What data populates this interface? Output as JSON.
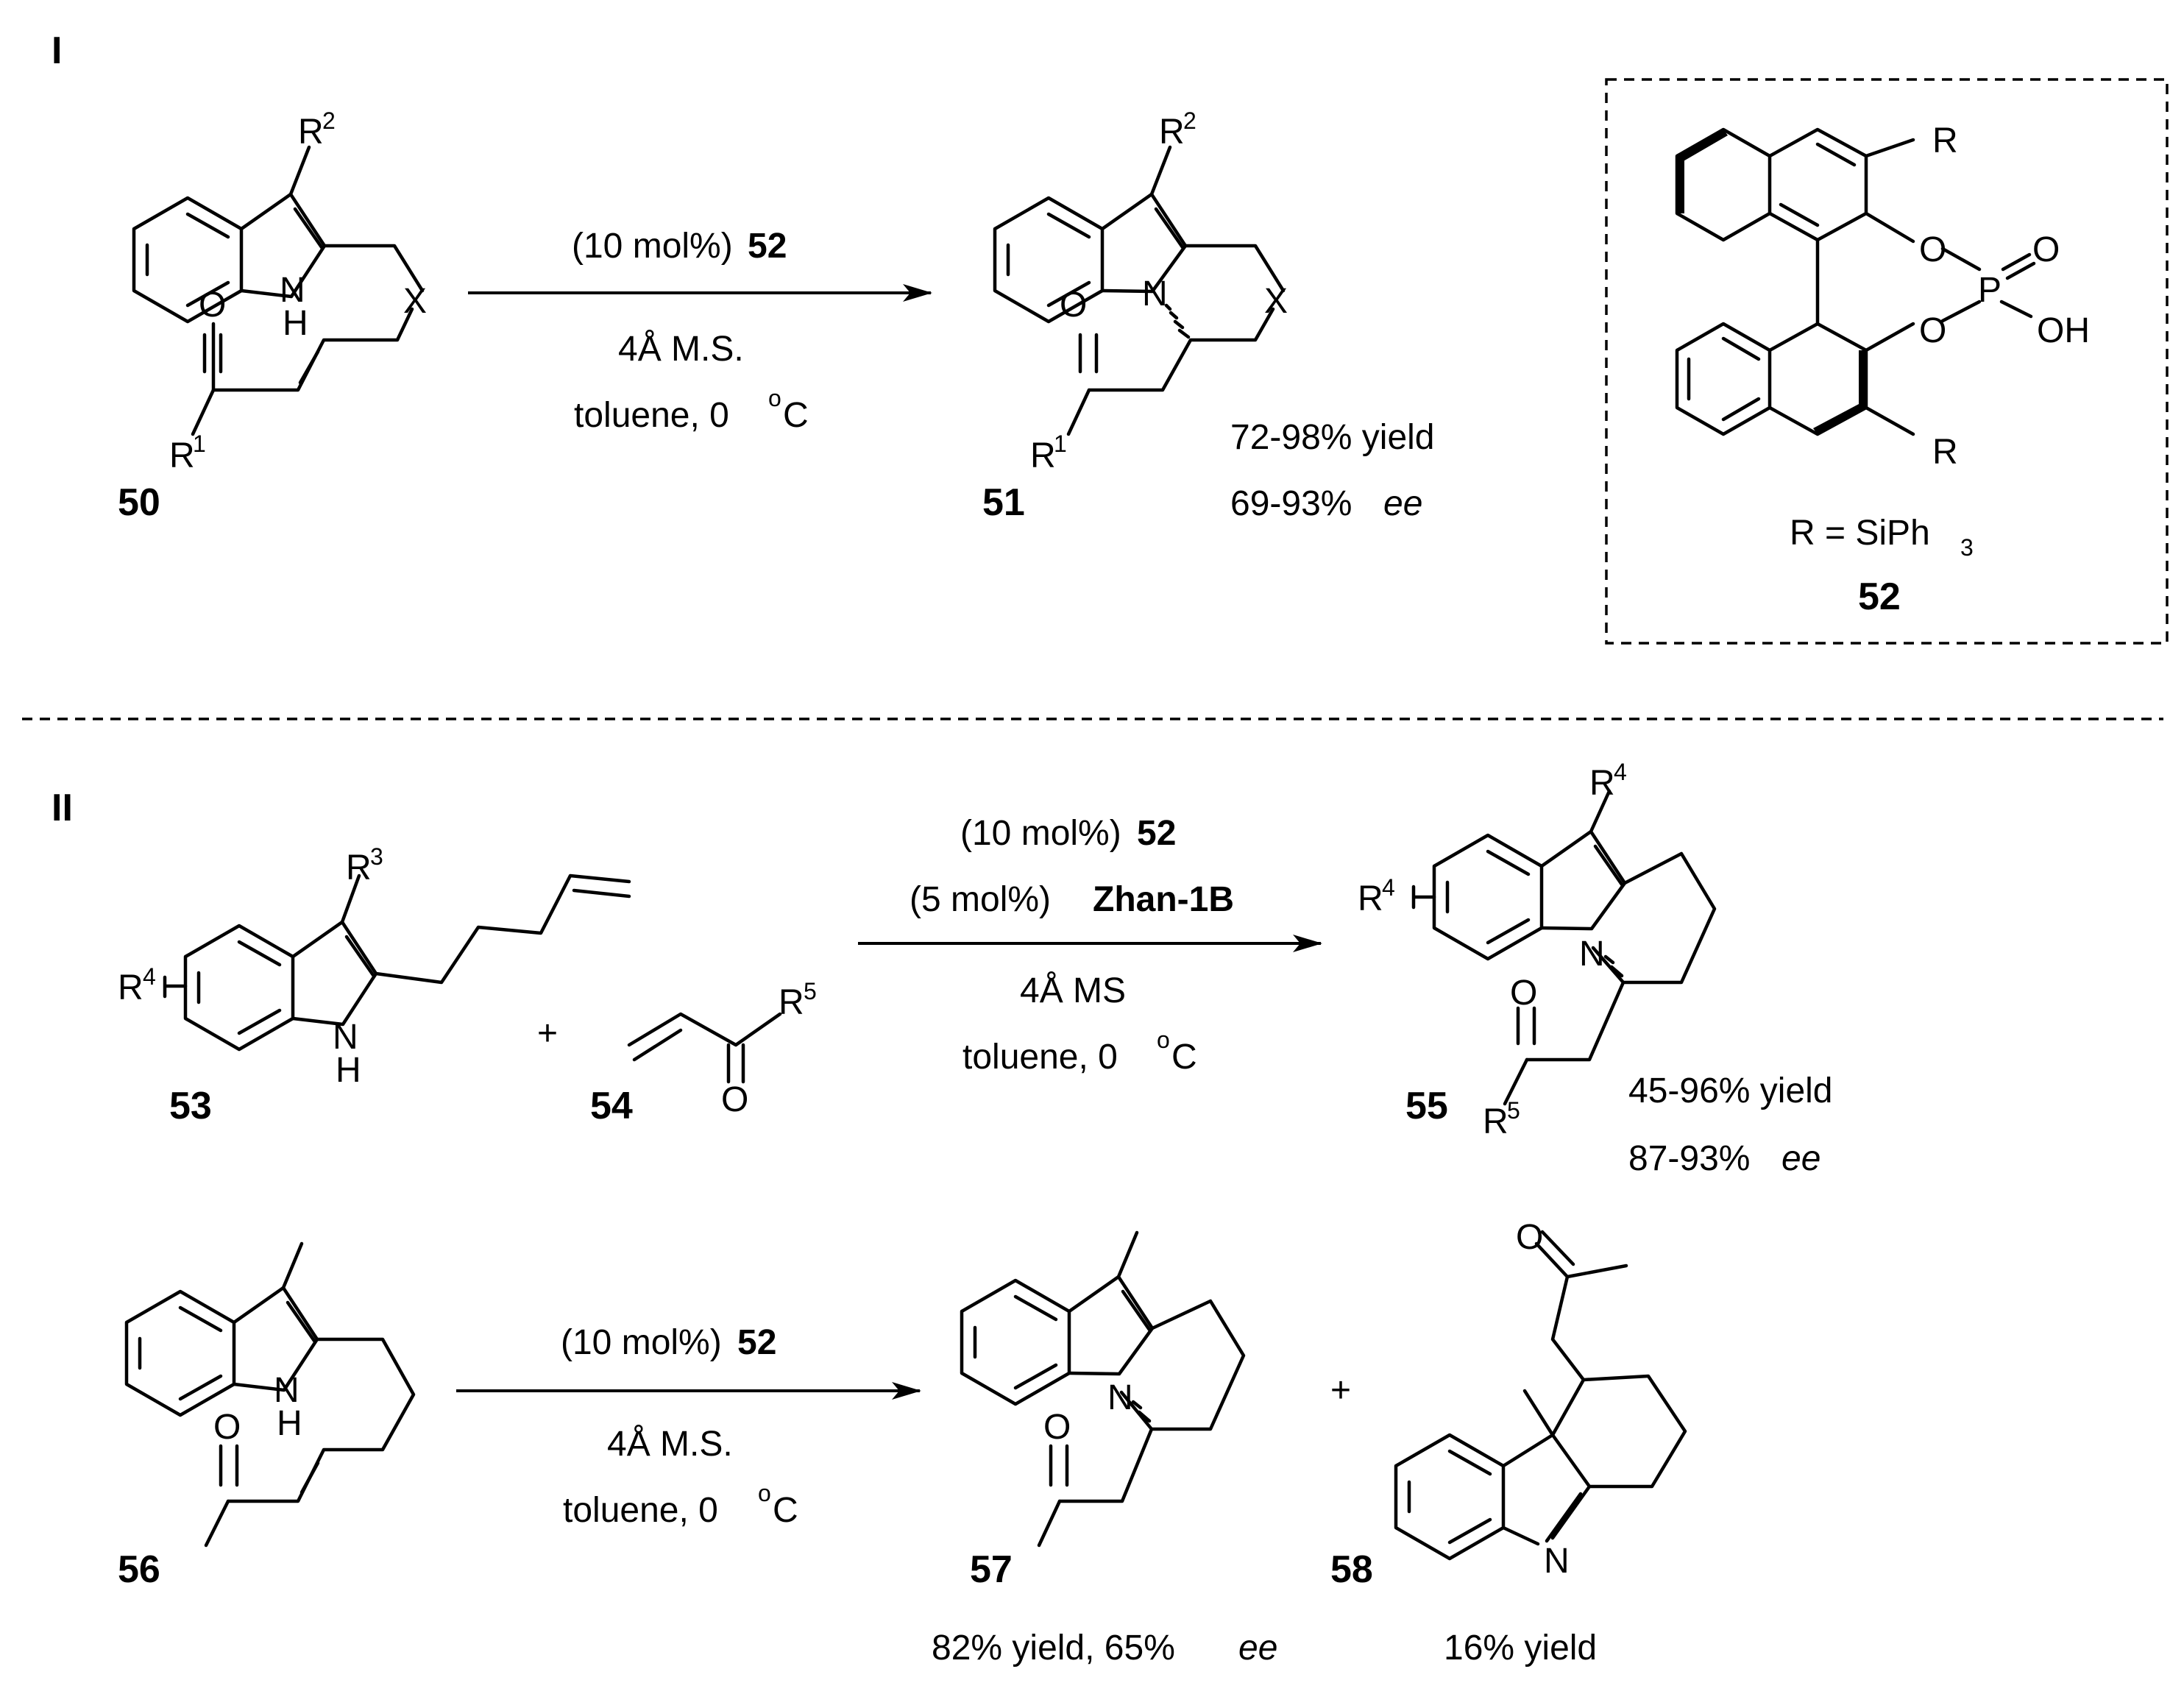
{
  "sections": {
    "part1": "I",
    "part2": "II"
  },
  "reaction1": {
    "reactant": {
      "id": "50",
      "label_R2": "R",
      "sup_R2": "2",
      "label_X": "X",
      "label_NH_N": "N",
      "label_NH_H": "H",
      "label_O": "O",
      "label_R1": "R",
      "sup_R1": "1"
    },
    "conditions": {
      "cat_amount": "(10 mol%)",
      "cat_id": "52",
      "additive": "4Å M.S.",
      "solvent": "toluene, 0",
      "deg": "o",
      "unit": "C"
    },
    "product": {
      "id": "51",
      "label_R2": "R",
      "sup_R2": "2",
      "label_N": "N",
      "label_X": "X",
      "label_O": "O",
      "label_R1": "R",
      "sup_R1": "1",
      "yield": "72-98% yield",
      "ee_value": "69-93%",
      "ee_unit": "ee"
    }
  },
  "catalyst_box": {
    "id": "52",
    "label_R_top": "R",
    "label_R_bottom": "R",
    "label_O1": "O",
    "label_O2": "O",
    "label_P": "P",
    "label_O_double": "O",
    "label_OH": "OH",
    "definition_prefix": "R = SiPh",
    "definition_sub": "3"
  },
  "reaction2": {
    "reactant_a": {
      "id": "53",
      "label_R3": "R",
      "sup_R3": "3",
      "label_R4": "R",
      "sup_R4": "4",
      "label_N": "N",
      "label_H": "H"
    },
    "plus": "+",
    "reactant_b": {
      "id": "54",
      "label_R5": "R",
      "sup_R5": "5",
      "label_O": "O"
    },
    "conditions": {
      "cat_amount": "(10 mol%)",
      "cat_id": "52",
      "cat2_amount": "(5 mol%)",
      "cat2_id": "Zhan-1B",
      "additive": "4Å MS",
      "solvent": "toluene, 0",
      "deg": "o",
      "unit": "C"
    },
    "product": {
      "id": "55",
      "label_R4_top": "R",
      "sup_R4_top": "4",
      "label_R4_ring": "R",
      "sup_R4_ring": "4",
      "label_N": "N",
      "label_O": "O",
      "label_R5": "R",
      "sup_R5": "5",
      "yield": "45-96% yield",
      "ee_value": "87-93%",
      "ee_unit": "ee"
    }
  },
  "reaction3": {
    "reactant": {
      "id": "56",
      "label_N": "N",
      "label_H": "H",
      "label_O": "O"
    },
    "conditions": {
      "cat_amount": "(10 mol%)",
      "cat_id": "52",
      "additive": "4Å M.S.",
      "solvent": "toluene, 0",
      "deg": "o",
      "unit": "C"
    },
    "product_a": {
      "id": "57",
      "label_N": "N",
      "label_O": "O",
      "result_prefix": "82% yield, 65%",
      "ee_unit": "ee"
    },
    "plus": "+",
    "product_b": {
      "id": "58",
      "label_N": "N",
      "label_O": "O",
      "result": "16% yield"
    }
  }
}
